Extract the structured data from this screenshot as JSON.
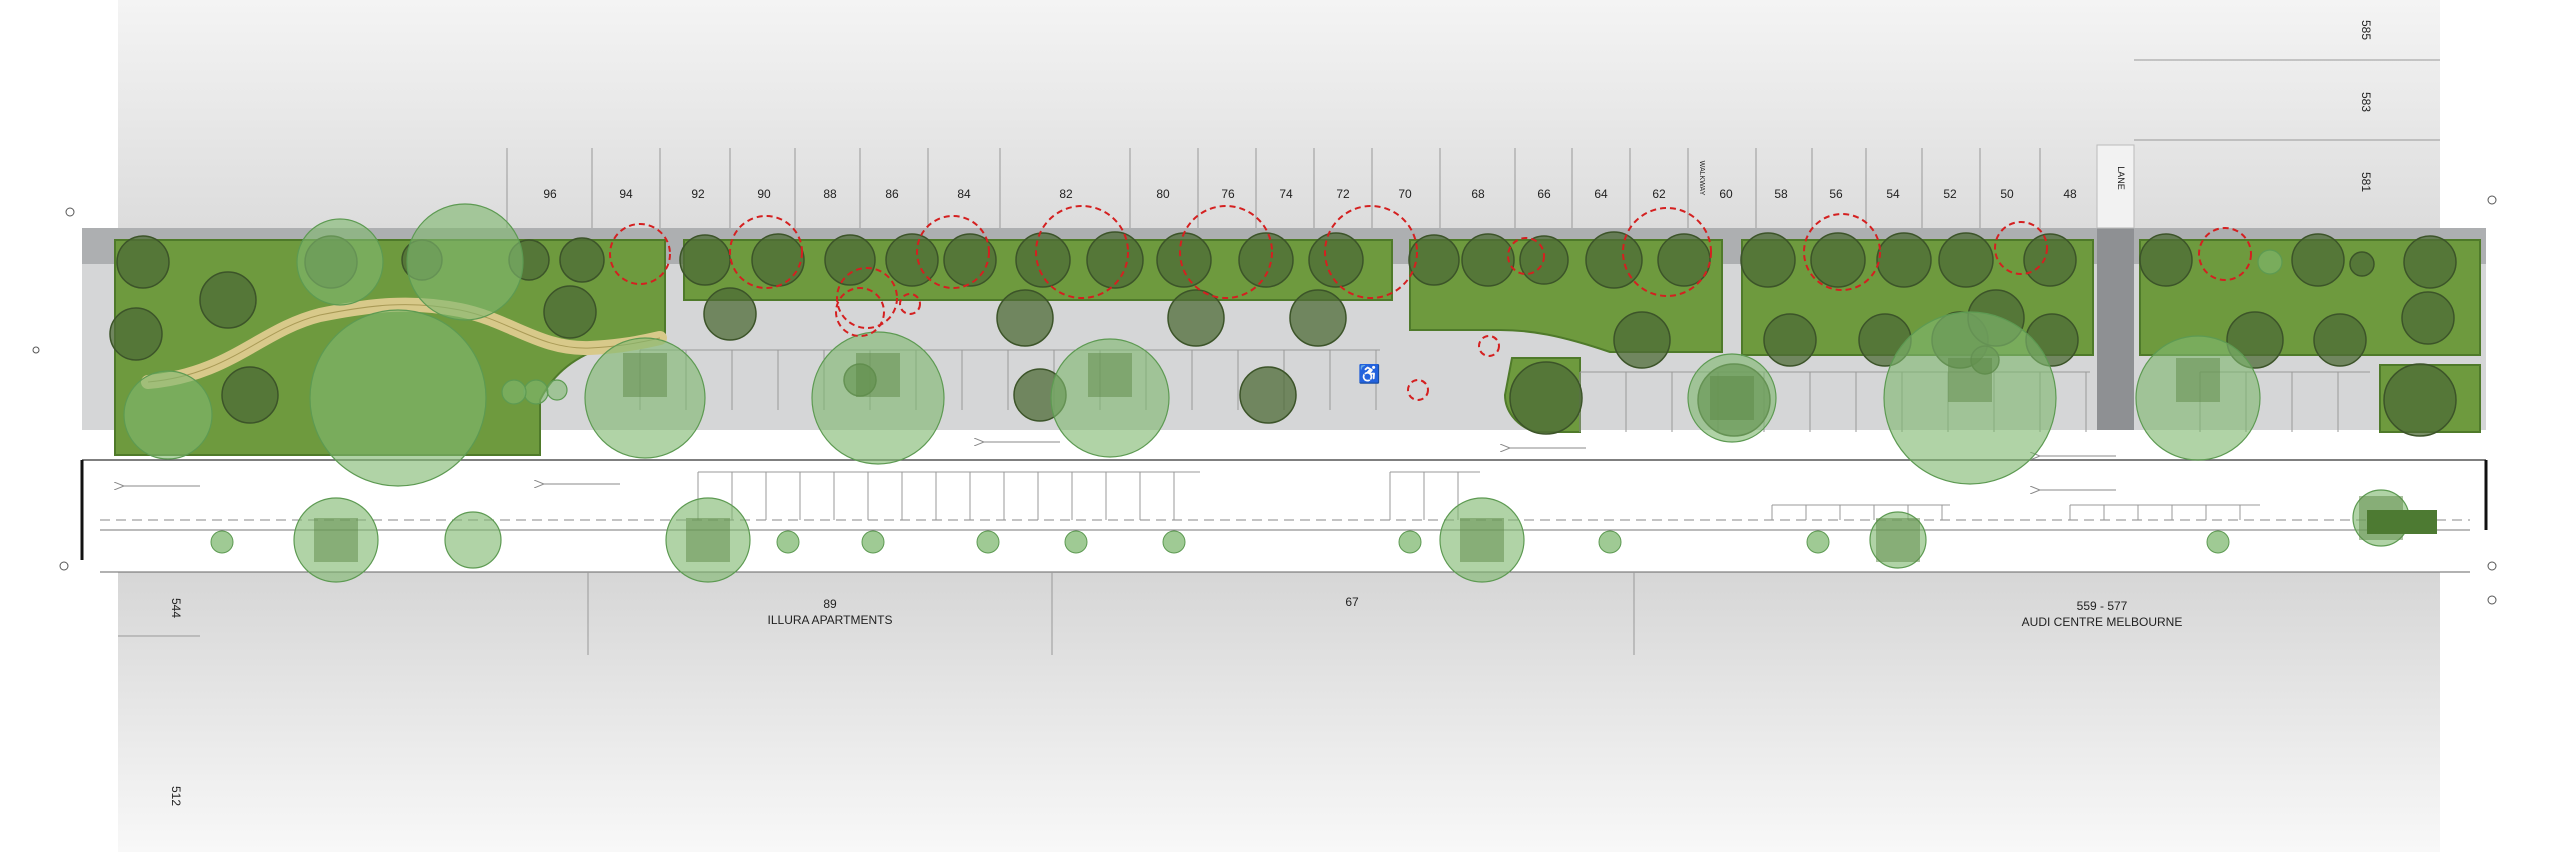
{
  "lots_north": [
    "96",
    "94",
    "92",
    "90",
    "88",
    "86",
    "84",
    "82",
    "80",
    "76",
    "74",
    "72",
    "70",
    "68",
    "66",
    "64",
    "62",
    "60",
    "58",
    "56",
    "54",
    "52",
    "50",
    "48"
  ],
  "laneway_label": "LANE",
  "walkway_label": "WALKWAY",
  "east_lots": [
    "585",
    "583",
    "581"
  ],
  "south_lots": [
    {
      "number": "544",
      "name": ""
    },
    {
      "number": "89",
      "name": "ILLURA APARTMENTS"
    },
    {
      "number": "67",
      "name": ""
    },
    {
      "number": "559 - 577",
      "name": "AUDI CENTRE MELBOURNE"
    },
    {
      "number": "512",
      "name": ""
    }
  ],
  "colors": {
    "garden": "#6e9a3e",
    "garden_edge": "#4f7a2a",
    "existing_tree": "#4e6b37",
    "proposed_tree": "#7fb870",
    "removed_tree": "#d42020",
    "path": "#d8c98a",
    "road": "#ffffff",
    "building": "#e6e6e6"
  },
  "legend_symbols": [
    "existing-tree",
    "proposed-tree",
    "tree-to-be-removed",
    "garden-bed",
    "footpath",
    "parking-bay",
    "traffic-arrow",
    "wheelchair-symbol"
  ]
}
